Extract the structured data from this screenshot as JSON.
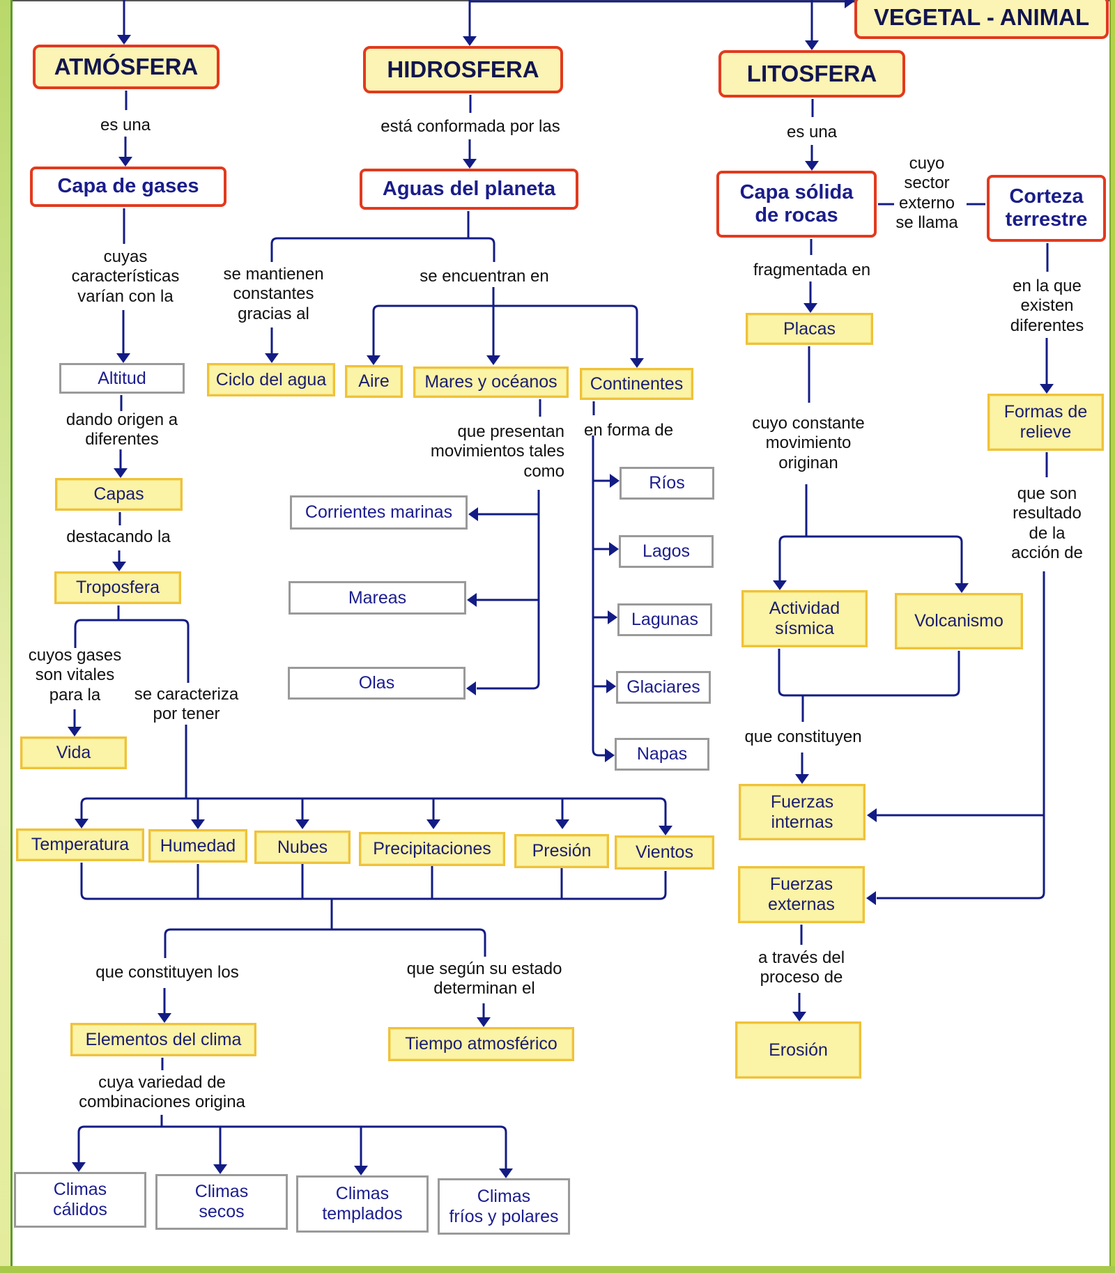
{
  "colors": {
    "connector": "#131c84",
    "main_border": "#e23a1e",
    "main_fill": "#fcf4b4",
    "yellow_fill": "#fbf3a6",
    "yellow_border": "#efc23a",
    "node_text": "#17186e"
  },
  "nodes": {
    "atmosfera": "ATMÓSFERA",
    "hidrosfera": "HIDROSFERA",
    "litosfera": "LITOSFERA",
    "vegetal_animal": "VEGETAL - ANIMAL",
    "capa_gases": "Capa de gases",
    "aguas_planeta": "Aguas del planeta",
    "capa_solida": "Capa sólida\nde rocas",
    "corteza": "Corteza\nterrestre",
    "altitud": "Altitud",
    "ciclo_agua": "Ciclo del agua",
    "aire": "Aire",
    "mares": "Mares y océanos",
    "continentes": "Continentes",
    "placas": "Placas",
    "formas_relieve": "Formas de\nrelieve",
    "capas": "Capas",
    "troposfera": "Troposfera",
    "vida": "Vida",
    "corrientes": "Corrientes marinas",
    "mareas": "Mareas",
    "olas": "Olas",
    "rios": "Ríos",
    "lagos": "Lagos",
    "lagunas": "Lagunas",
    "glaciares": "Glaciares",
    "napas": "Napas",
    "actividad_sismica": "Actividad\nsísmica",
    "volcanismo": "Volcanismo",
    "fuerzas_internas": "Fuerzas\ninternas",
    "fuerzas_externas": "Fuerzas\nexternas",
    "erosion": "Erosión",
    "temperatura": "Temperatura",
    "humedad": "Humedad",
    "nubes": "Nubes",
    "precipitaciones": "Precipitaciones",
    "presion": "Presión",
    "vientos": "Vientos",
    "elementos_clima": "Elementos del clima",
    "tiempo_atmosferico": "Tiempo atmosférico",
    "climas_calidos": "Climas\ncálidos",
    "climas_secos": "Climas\nsecos",
    "climas_templados": "Climas\ntemplados",
    "climas_frios": "Climas\nfríos y polares"
  },
  "labels": {
    "atm_es_una": "es una",
    "hid_conformada": "está conformada por las",
    "lit_es_una": "es una",
    "cuyas_caracteristicas": "cuyas\ncaracterísticas\nvarían con la",
    "se_mantienen": "se mantienen\nconstantes\ngracias al",
    "se_encuentran": "se encuentran en",
    "cuyo_sector": "cuyo\nsector\nexterno\nse llama",
    "fragmentada": "fragmentada en",
    "en_la_que": "en la que\nexisten\ndiferentes",
    "dando_origen": "dando origen a\ndiferentes",
    "que_presentan": "que presentan\nmovimientos tales\ncomo",
    "en_forma_de": "en forma de",
    "cuyo_constante": "cuyo constante\nmovimiento\noriginan",
    "que_son_resultado": "que son\nresultado\nde la\nacción de",
    "destacando": "destacando la",
    "cuyos_gases": "cuyos gases\nson vitales\npara la",
    "se_caracteriza": "se caracteriza\npor tener",
    "que_constituyen_lit": "que constituyen",
    "a_traves": "a través del\nproceso de",
    "que_constituyen_los": "que constituyen los",
    "que_segun": "que según su estado\ndeterminan el",
    "cuya_variedad": "cuya variedad de\ncombinaciones origina"
  }
}
